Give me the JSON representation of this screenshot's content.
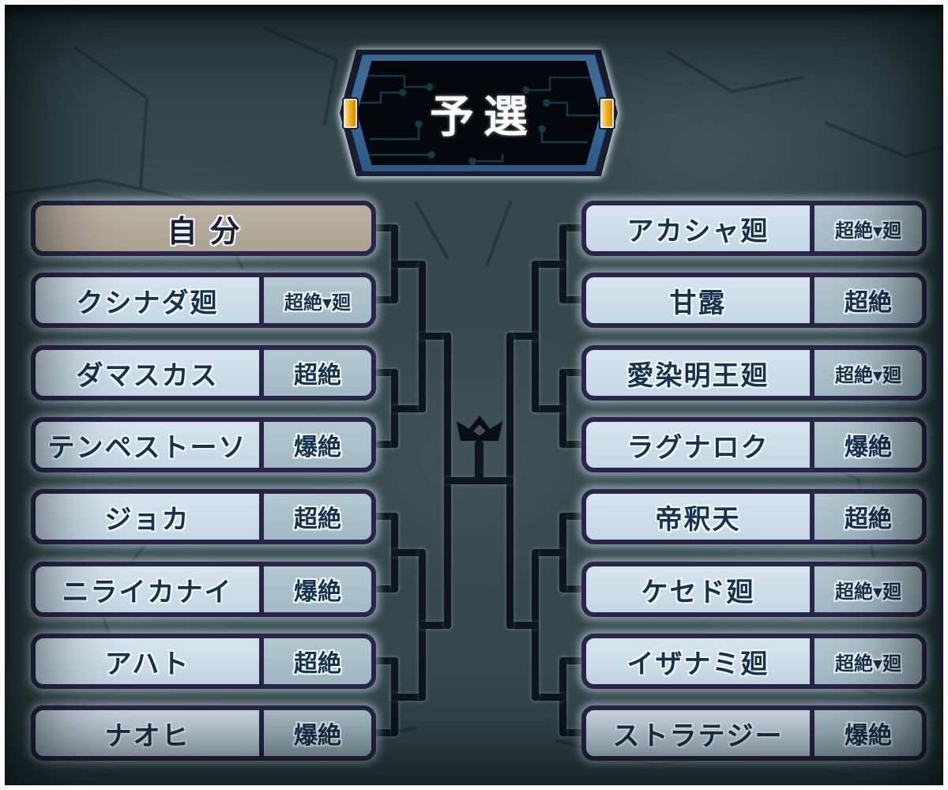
{
  "title": "予選",
  "icons": {
    "center": "crown-icon"
  },
  "left_column": [
    {
      "name": "自分",
      "difficulty": ""
    },
    {
      "name": "クシナダ廻",
      "difficulty": "超絶▾廻"
    },
    {
      "name": "ダマスカス",
      "difficulty": "超絶"
    },
    {
      "name": "テンペストーソ",
      "difficulty": "爆絶"
    },
    {
      "name": "ジョカ",
      "difficulty": "超絶"
    },
    {
      "name": "ニライカナイ",
      "difficulty": "爆絶"
    },
    {
      "name": "アハト",
      "difficulty": "超絶"
    },
    {
      "name": "ナオヒ",
      "difficulty": "爆絶"
    }
  ],
  "right_column": [
    {
      "name": "アカシャ廻",
      "difficulty": "超絶▾廻"
    },
    {
      "name": "甘露",
      "difficulty": "超絶"
    },
    {
      "name": "愛染明王廻",
      "difficulty": "超絶▾廻"
    },
    {
      "name": "ラグナロク",
      "difficulty": "爆絶"
    },
    {
      "name": "帝釈天",
      "difficulty": "超絶"
    },
    {
      "name": "ケセド廻",
      "difficulty": "超絶▾廻"
    },
    {
      "name": "イザナミ廻",
      "difficulty": "超絶▾廻"
    },
    {
      "name": "ストラテジー",
      "difficulty": "爆絶"
    }
  ],
  "colors": {
    "background": "#35484d",
    "entry_bg": "#cadce7",
    "difficulty_bg": "#a9c0c9",
    "self_bg": "#b4aa9b",
    "border_navy": "#2a2449",
    "bracket_line": "#0c161b",
    "banner_blue": "#3a6ea5",
    "banner_panel": "#05090d",
    "tab_yellow": "#f7b31e",
    "text_navy": "#16334f",
    "title_text": "#ffffff"
  }
}
